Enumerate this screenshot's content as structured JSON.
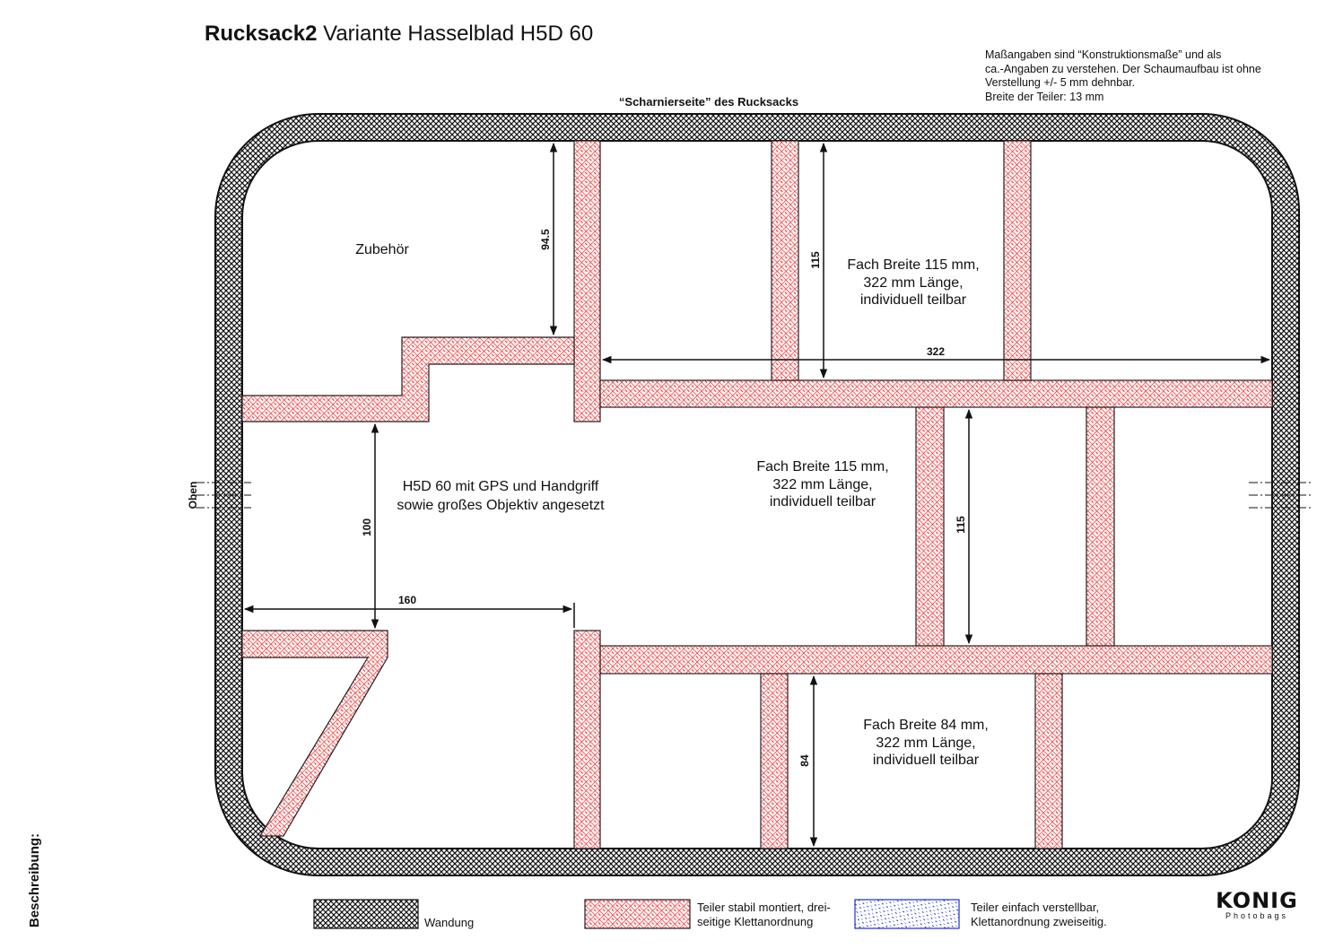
{
  "header": {
    "title_bold": "Rucksack2",
    "title_rest": " Variante Hasselblad H5D 60",
    "notes": [
      "Maßangaben sind “Konstruktionsmaße” und als",
      "ca.-Angaben zu verstehen. Der Schaumaufbau ist ohne",
      "Verstellung +/- 5 mm dehnbar.",
      "Breite der Teiler: 13 mm"
    ]
  },
  "diagram": {
    "top_label": "“Scharnierseite” des Rucksacks",
    "side_label": "Oben",
    "compartments": {
      "accessory": "Zubehör",
      "camera_line1": "H5D 60 mit GPS und Handgriff",
      "camera_line2": "sowie großes Objektiv angesetzt",
      "upper_right": [
        "Fach Breite 115 mm,",
        "322 mm Länge,",
        "individuell teilbar"
      ],
      "middle_right": [
        "Fach Breite 115 mm,",
        "322 mm Länge,",
        "individuell teilbar"
      ],
      "lower_right": [
        "Fach Breite 84 mm,",
        "322 mm Länge,",
        "individuell teilbar"
      ]
    },
    "dimensions": {
      "d94": "94.5",
      "d115_top": "115",
      "d322": "322",
      "d115_mid": "115",
      "d100": "100",
      "d160": "160",
      "d84": "84"
    }
  },
  "legend": {
    "wall": "Wandung",
    "fixed_line1": "Teiler stabil montiert, drei-",
    "fixed_line2": "seitige Klettanordnung",
    "adjustable_line1": "Teiler einfach verstellbar,",
    "adjustable_line2": "Klettanordnung zweiseitig."
  },
  "footer": {
    "description_label": "Beschreibung:",
    "brand": "KONIG",
    "brand_sub": "Photobags"
  },
  "colors": {
    "wall_hatch": "#111111",
    "fixed_divider": "#ee2222",
    "adjustable_divider": "#1a2fd0"
  }
}
